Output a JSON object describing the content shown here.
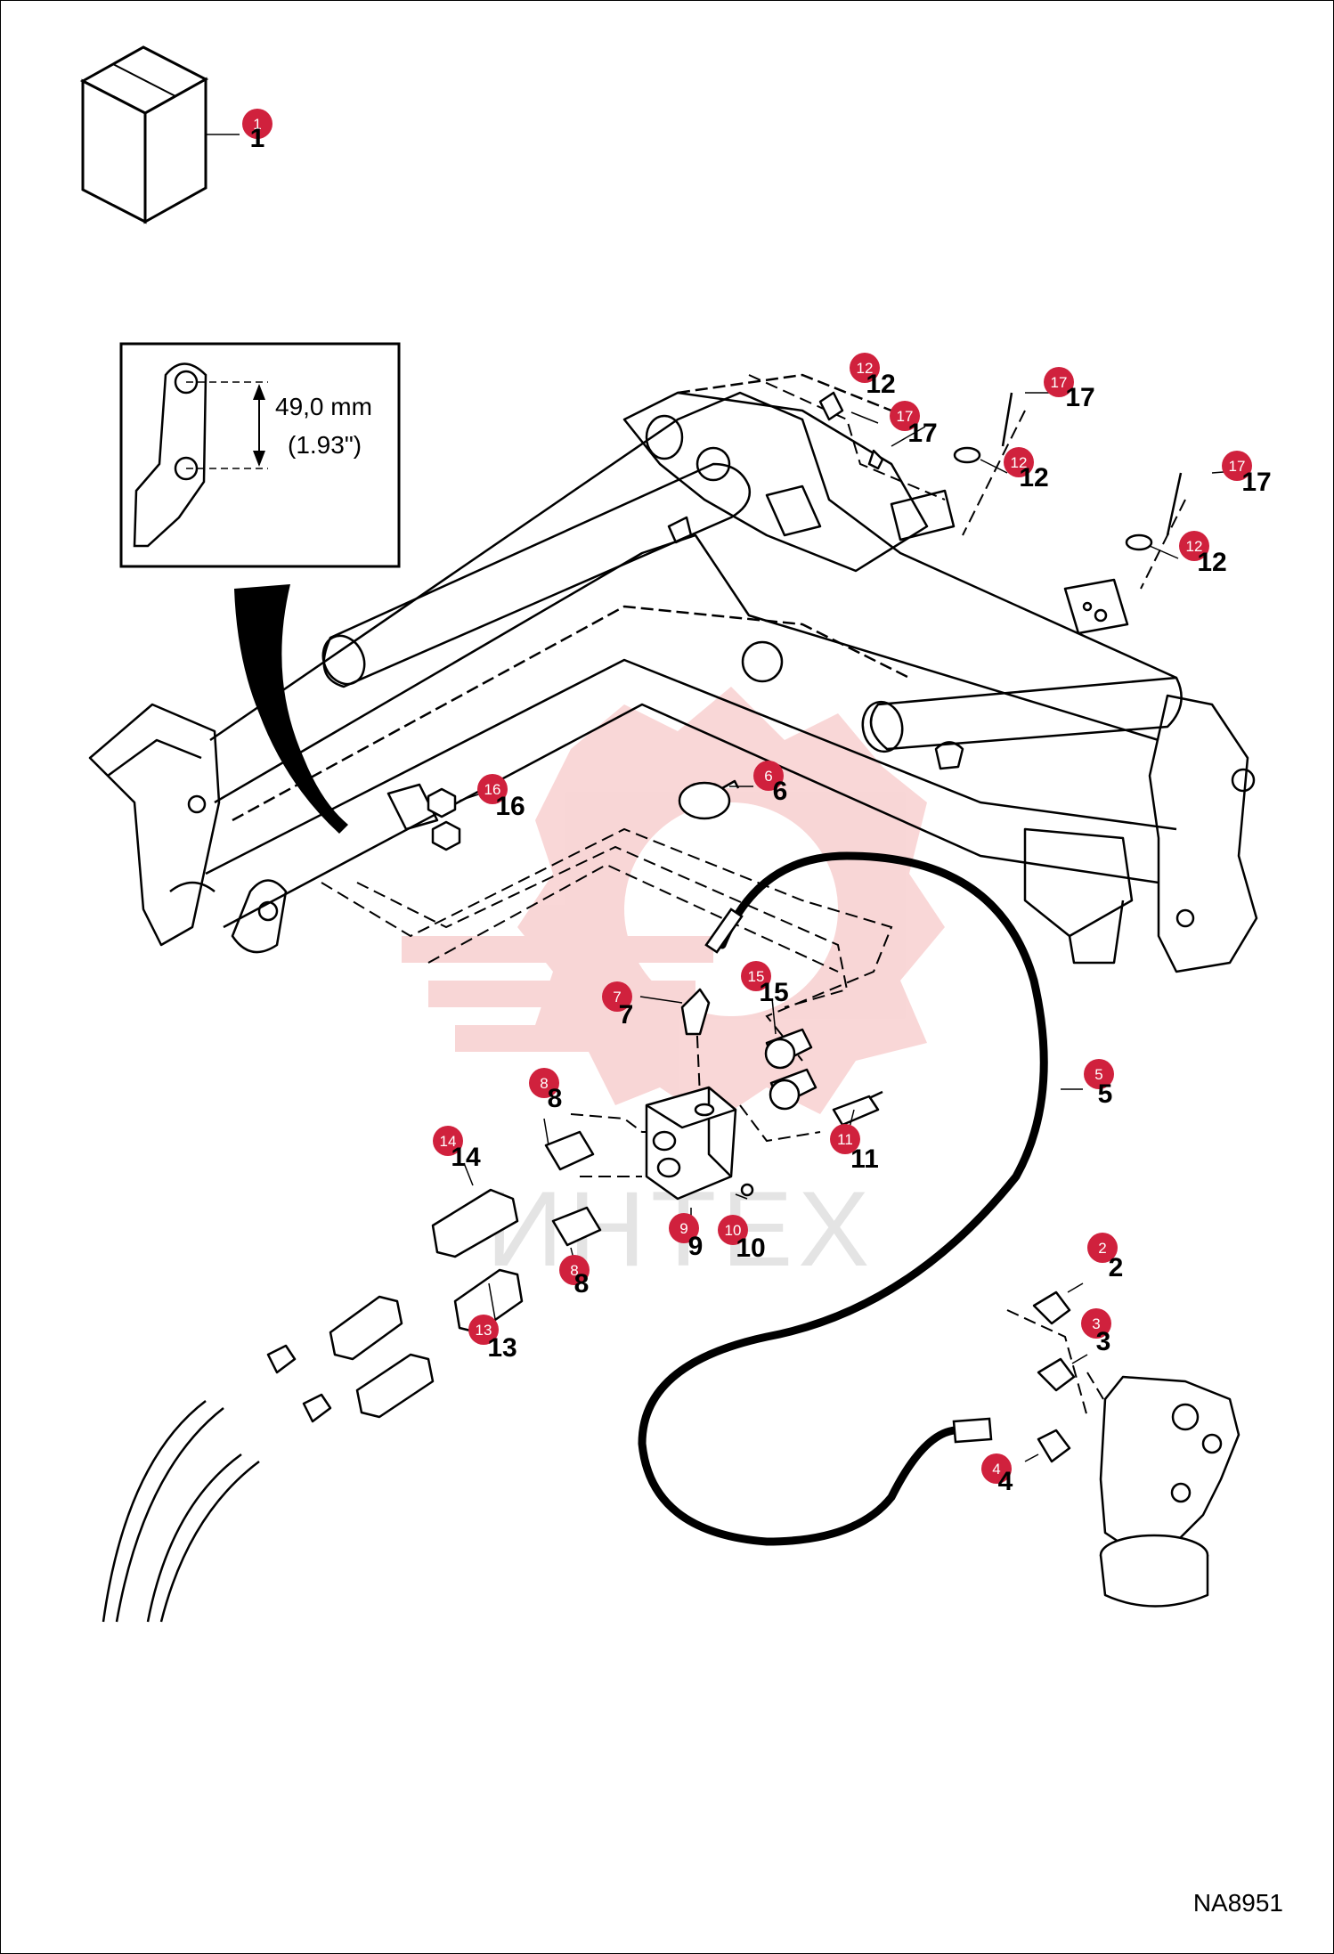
{
  "diagram_id": "NA8951",
  "watermark": "ИНТЕХ",
  "detail_inset": {
    "dimension_mm": "49,0 mm",
    "dimension_in": "(1.93\")"
  },
  "callouts": [
    {
      "num": "1"
    },
    {
      "num": "2"
    },
    {
      "num": "3"
    },
    {
      "num": "4"
    },
    {
      "num": "5"
    },
    {
      "num": "6"
    },
    {
      "num": "7"
    },
    {
      "num": "8"
    },
    {
      "num": "8"
    },
    {
      "num": "9"
    },
    {
      "num": "10"
    },
    {
      "num": "11"
    },
    {
      "num": "12"
    },
    {
      "num": "12"
    },
    {
      "num": "12"
    },
    {
      "num": "13"
    },
    {
      "num": "14"
    },
    {
      "num": "15"
    },
    {
      "num": "16"
    },
    {
      "num": "17"
    },
    {
      "num": "17"
    },
    {
      "num": "17"
    }
  ],
  "colors": {
    "callout_fill": "#d0213d",
    "line": "#000000",
    "watermark": "#f4b6b6"
  }
}
